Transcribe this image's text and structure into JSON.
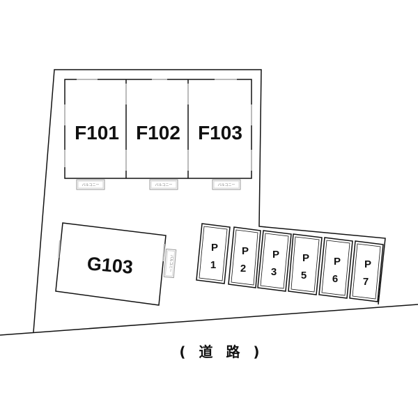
{
  "units": [
    "F101",
    "F102",
    "F103"
  ],
  "balcony_label": "バルコニー",
  "garage": {
    "label": "G103",
    "balcony_label": "バルコニー"
  },
  "parking": [
    {
      "letter": "P",
      "number": "1"
    },
    {
      "letter": "P",
      "number": "2"
    },
    {
      "letter": "P",
      "number": "3"
    },
    {
      "letter": "P",
      "number": "5"
    },
    {
      "letter": "P",
      "number": "6"
    },
    {
      "letter": "P",
      "number": "7"
    }
  ],
  "road": {
    "label": "( 道 路 )"
  }
}
